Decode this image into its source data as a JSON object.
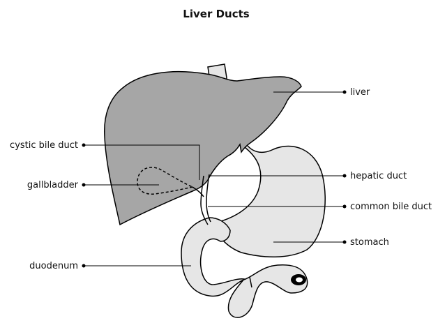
{
  "title": "Liver Ducts",
  "labels": {
    "liver": "liver",
    "cystic_bile_duct": "cystic bile duct",
    "gallbladder": "gallbladder",
    "hepatic_duct": "hepatic duct",
    "common_bile_duct": "common bile duct",
    "stomach": "stomach",
    "duodenum": "duodenum"
  },
  "colors": {
    "liver_fill": "#a6a6a6",
    "organ_fill": "#e6e6e6",
    "outline": "#000000"
  }
}
